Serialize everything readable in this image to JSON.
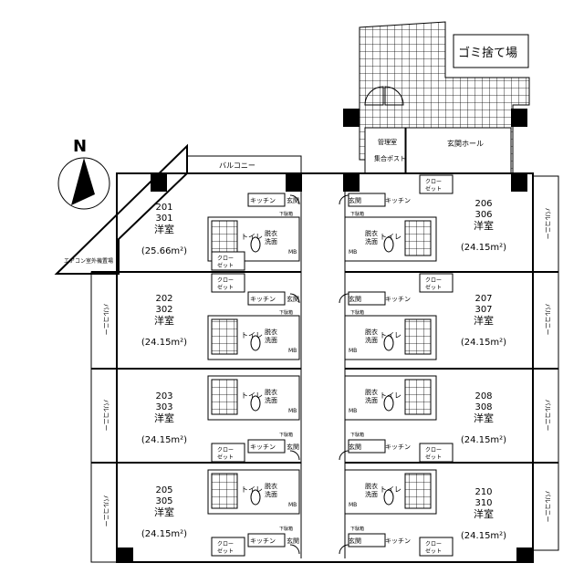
{
  "north": "N",
  "garbage": "ゴミ捨て場",
  "entrance_hall": "玄関ホール",
  "management_room": "管理室",
  "mail_box": "集合ポスト",
  "balcony": "バルコニー",
  "ac_space": "エアコン室外機置場",
  "room_type": "洋室",
  "closet_line1": "クロー",
  "closet_line2": "ゼット",
  "kitchen": "キッチン",
  "genkan": "玄関",
  "toilet": "トイレ",
  "washroom_line1": "脱衣",
  "washroom_line2": "洗面",
  "shoe_box": "下駄箱",
  "mb": "MB",
  "units": [
    {
      "num1": "201",
      "num2": "301",
      "area": "(25.66m²)"
    },
    {
      "num1": "202",
      "num2": "302",
      "area": "(24.15m²)"
    },
    {
      "num1": "203",
      "num2": "303",
      "area": "(24.15m²)"
    },
    {
      "num1": "205",
      "num2": "305",
      "area": "(24.15m²)"
    },
    {
      "num1": "206",
      "num2": "306",
      "area": "(24.15m²)"
    },
    {
      "num1": "207",
      "num2": "307",
      "area": "(24.15m²)"
    },
    {
      "num1": "208",
      "num2": "308",
      "area": "(24.15m²)"
    },
    {
      "num1": "210",
      "num2": "310",
      "area": "(24.15m²)"
    }
  ]
}
